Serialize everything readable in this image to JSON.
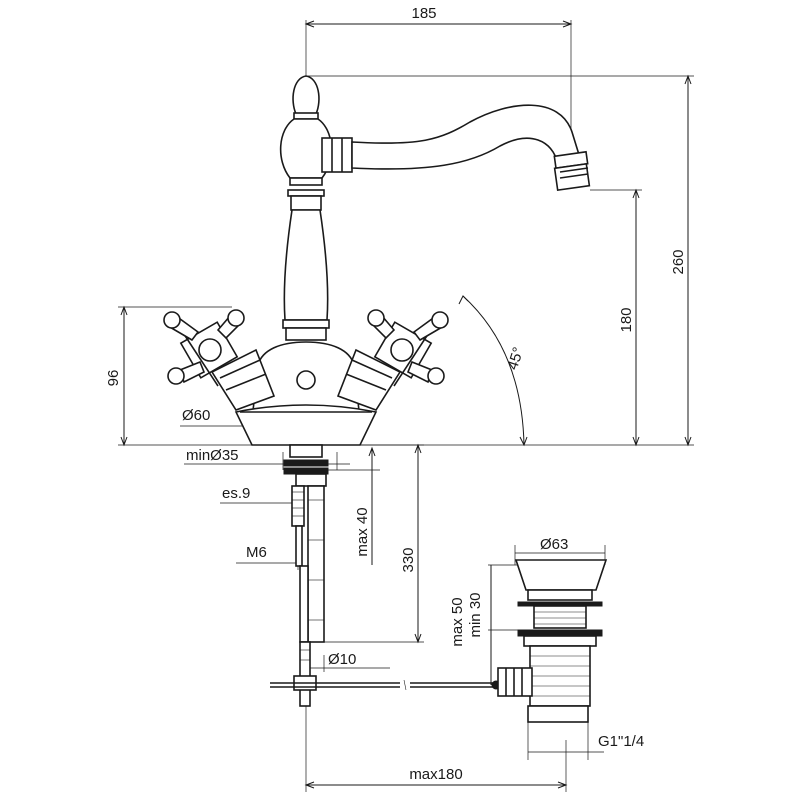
{
  "dimensions": {
    "spout_reach": "185",
    "total_height": "260",
    "spout_height": "180",
    "handle_height": "96",
    "handle_angle": "45°",
    "base_diameter": "Ø60",
    "hole_min": "minØ35",
    "thickness": "es.9",
    "max_deck": "max 40",
    "hose_length": "330",
    "thread": "M6",
    "rod_diameter": "Ø10",
    "waste_diameter": "Ø63",
    "waste_max": "max 50",
    "waste_min": "min 30",
    "waste_thread": "G1\"1/4",
    "rod_reach": "max180"
  }
}
